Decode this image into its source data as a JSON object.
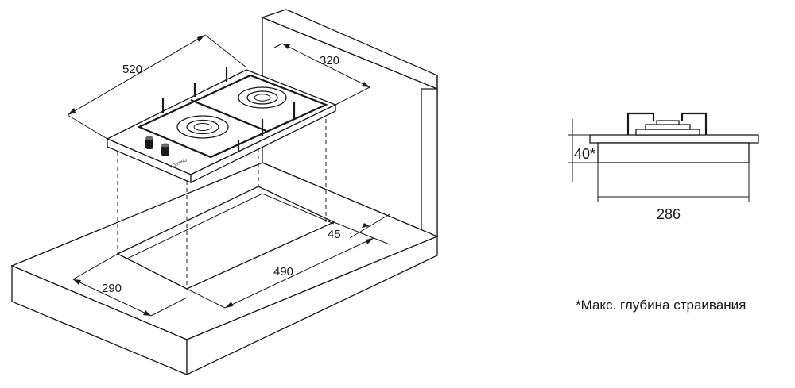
{
  "iso_view": {
    "dim_hob_depth": "520",
    "dim_hob_width": "320",
    "dim_cutout_back_offset": "45",
    "dim_cutout_length": "490",
    "dim_cutout_width": "290",
    "brand_plate": "KORTING"
  },
  "side_view": {
    "dim_height": "40*",
    "dim_width": "286"
  },
  "footnote": "*Макс. глубина страивания"
}
